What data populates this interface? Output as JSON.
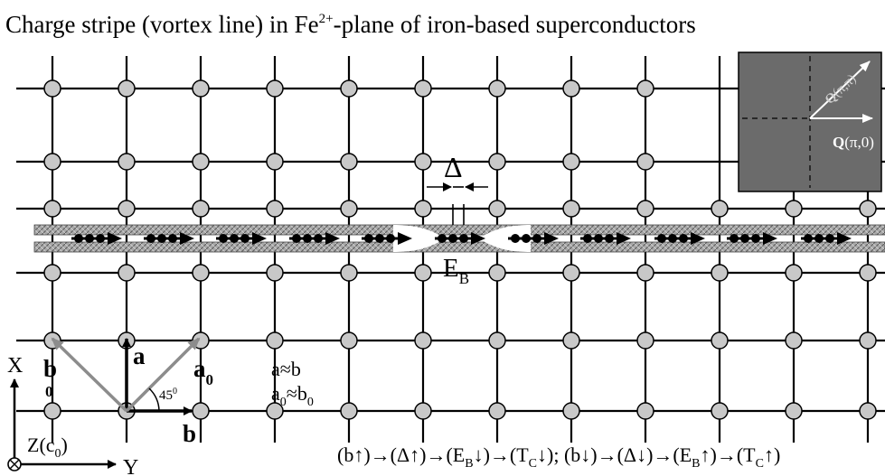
{
  "title": {
    "main": "Charge stripe (vortex line) in Fe",
    "sup": "2+",
    "rest": "-plane of iron-based superconductors"
  },
  "inset": {
    "q_pi_pi_bold": "Q",
    "q_pi_pi": "(π,π)",
    "q_pi0_bold": "Q",
    "q_pi0": "(π,0)",
    "background": "#6b6b6b"
  },
  "stripe": {
    "gap_label": "Δ",
    "energy_label": "E",
    "energy_sub": "B"
  },
  "vectors": {
    "a": "a",
    "b": "b",
    "a0": "a",
    "a0_sub": "0",
    "b0": "b",
    "b0_sub": "0",
    "angle": "45",
    "angle_sup": "0"
  },
  "relations": {
    "line1": "a≈b",
    "line2_a": "a",
    "line2_sub1": "0",
    "line2_mid": "≈b",
    "line2_sub2": "0"
  },
  "axes": {
    "x": "X",
    "y": "Y",
    "z": "Z(c",
    "z_sub": "0",
    "z_close": ")"
  },
  "formula": {
    "p1": "(b↑)→(Δ↑)→(E",
    "s1": "B",
    "p2": "↓)→(T",
    "s2": "C",
    "p3": "↓); (b↓)→(Δ↓)→(E",
    "s3": "B",
    "p4": "↑)→(T",
    "s4": "C",
    "p5": "↑)"
  },
  "colors": {
    "node_fill": "#c8c8c8",
    "stripe_fill": "#9a9a9a",
    "vector_gray": "#8c8c8c"
  }
}
